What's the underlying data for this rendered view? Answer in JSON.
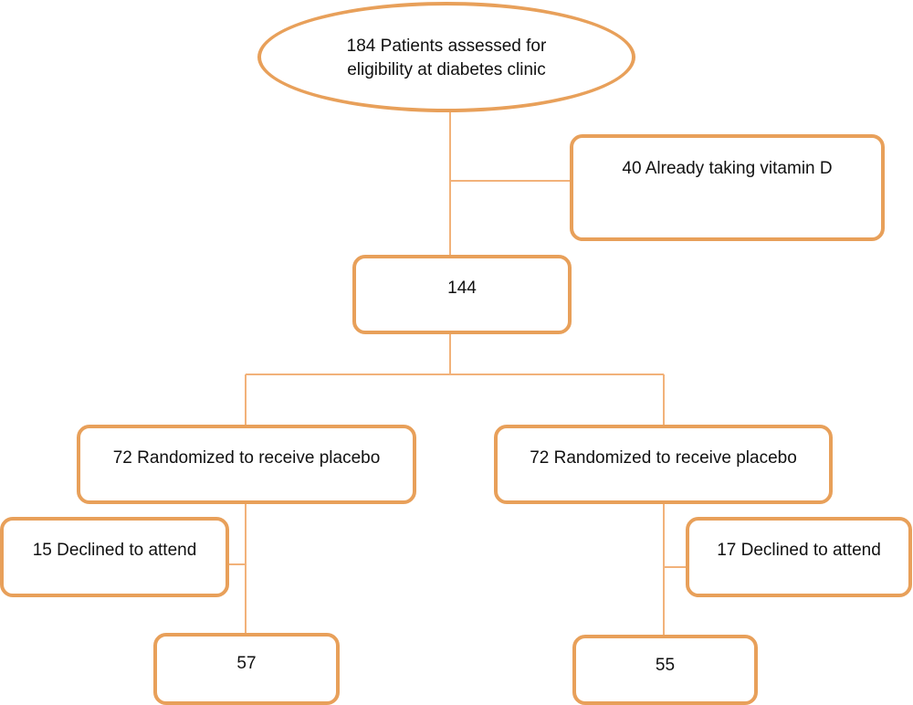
{
  "colors": {
    "border": "#E8A05A",
    "connector": "#F2B27A",
    "text": "#111111"
  },
  "nodes": {
    "start": {
      "line1": "184 Patients assessed for",
      "line2": "eligibility at diabetes clinic"
    },
    "excluded": {
      "text": "40 Already taking vitamin D"
    },
    "eligible": {
      "text": "144"
    },
    "arm_left": {
      "text": "72 Randomized to receive placebo"
    },
    "arm_right": {
      "text": "72 Randomized to receive placebo"
    },
    "declined_left": {
      "text": "15 Declined to attend"
    },
    "declined_right": {
      "text": "17 Declined to attend"
    },
    "final_left": {
      "text": "57"
    },
    "final_right": {
      "text": "55"
    }
  }
}
